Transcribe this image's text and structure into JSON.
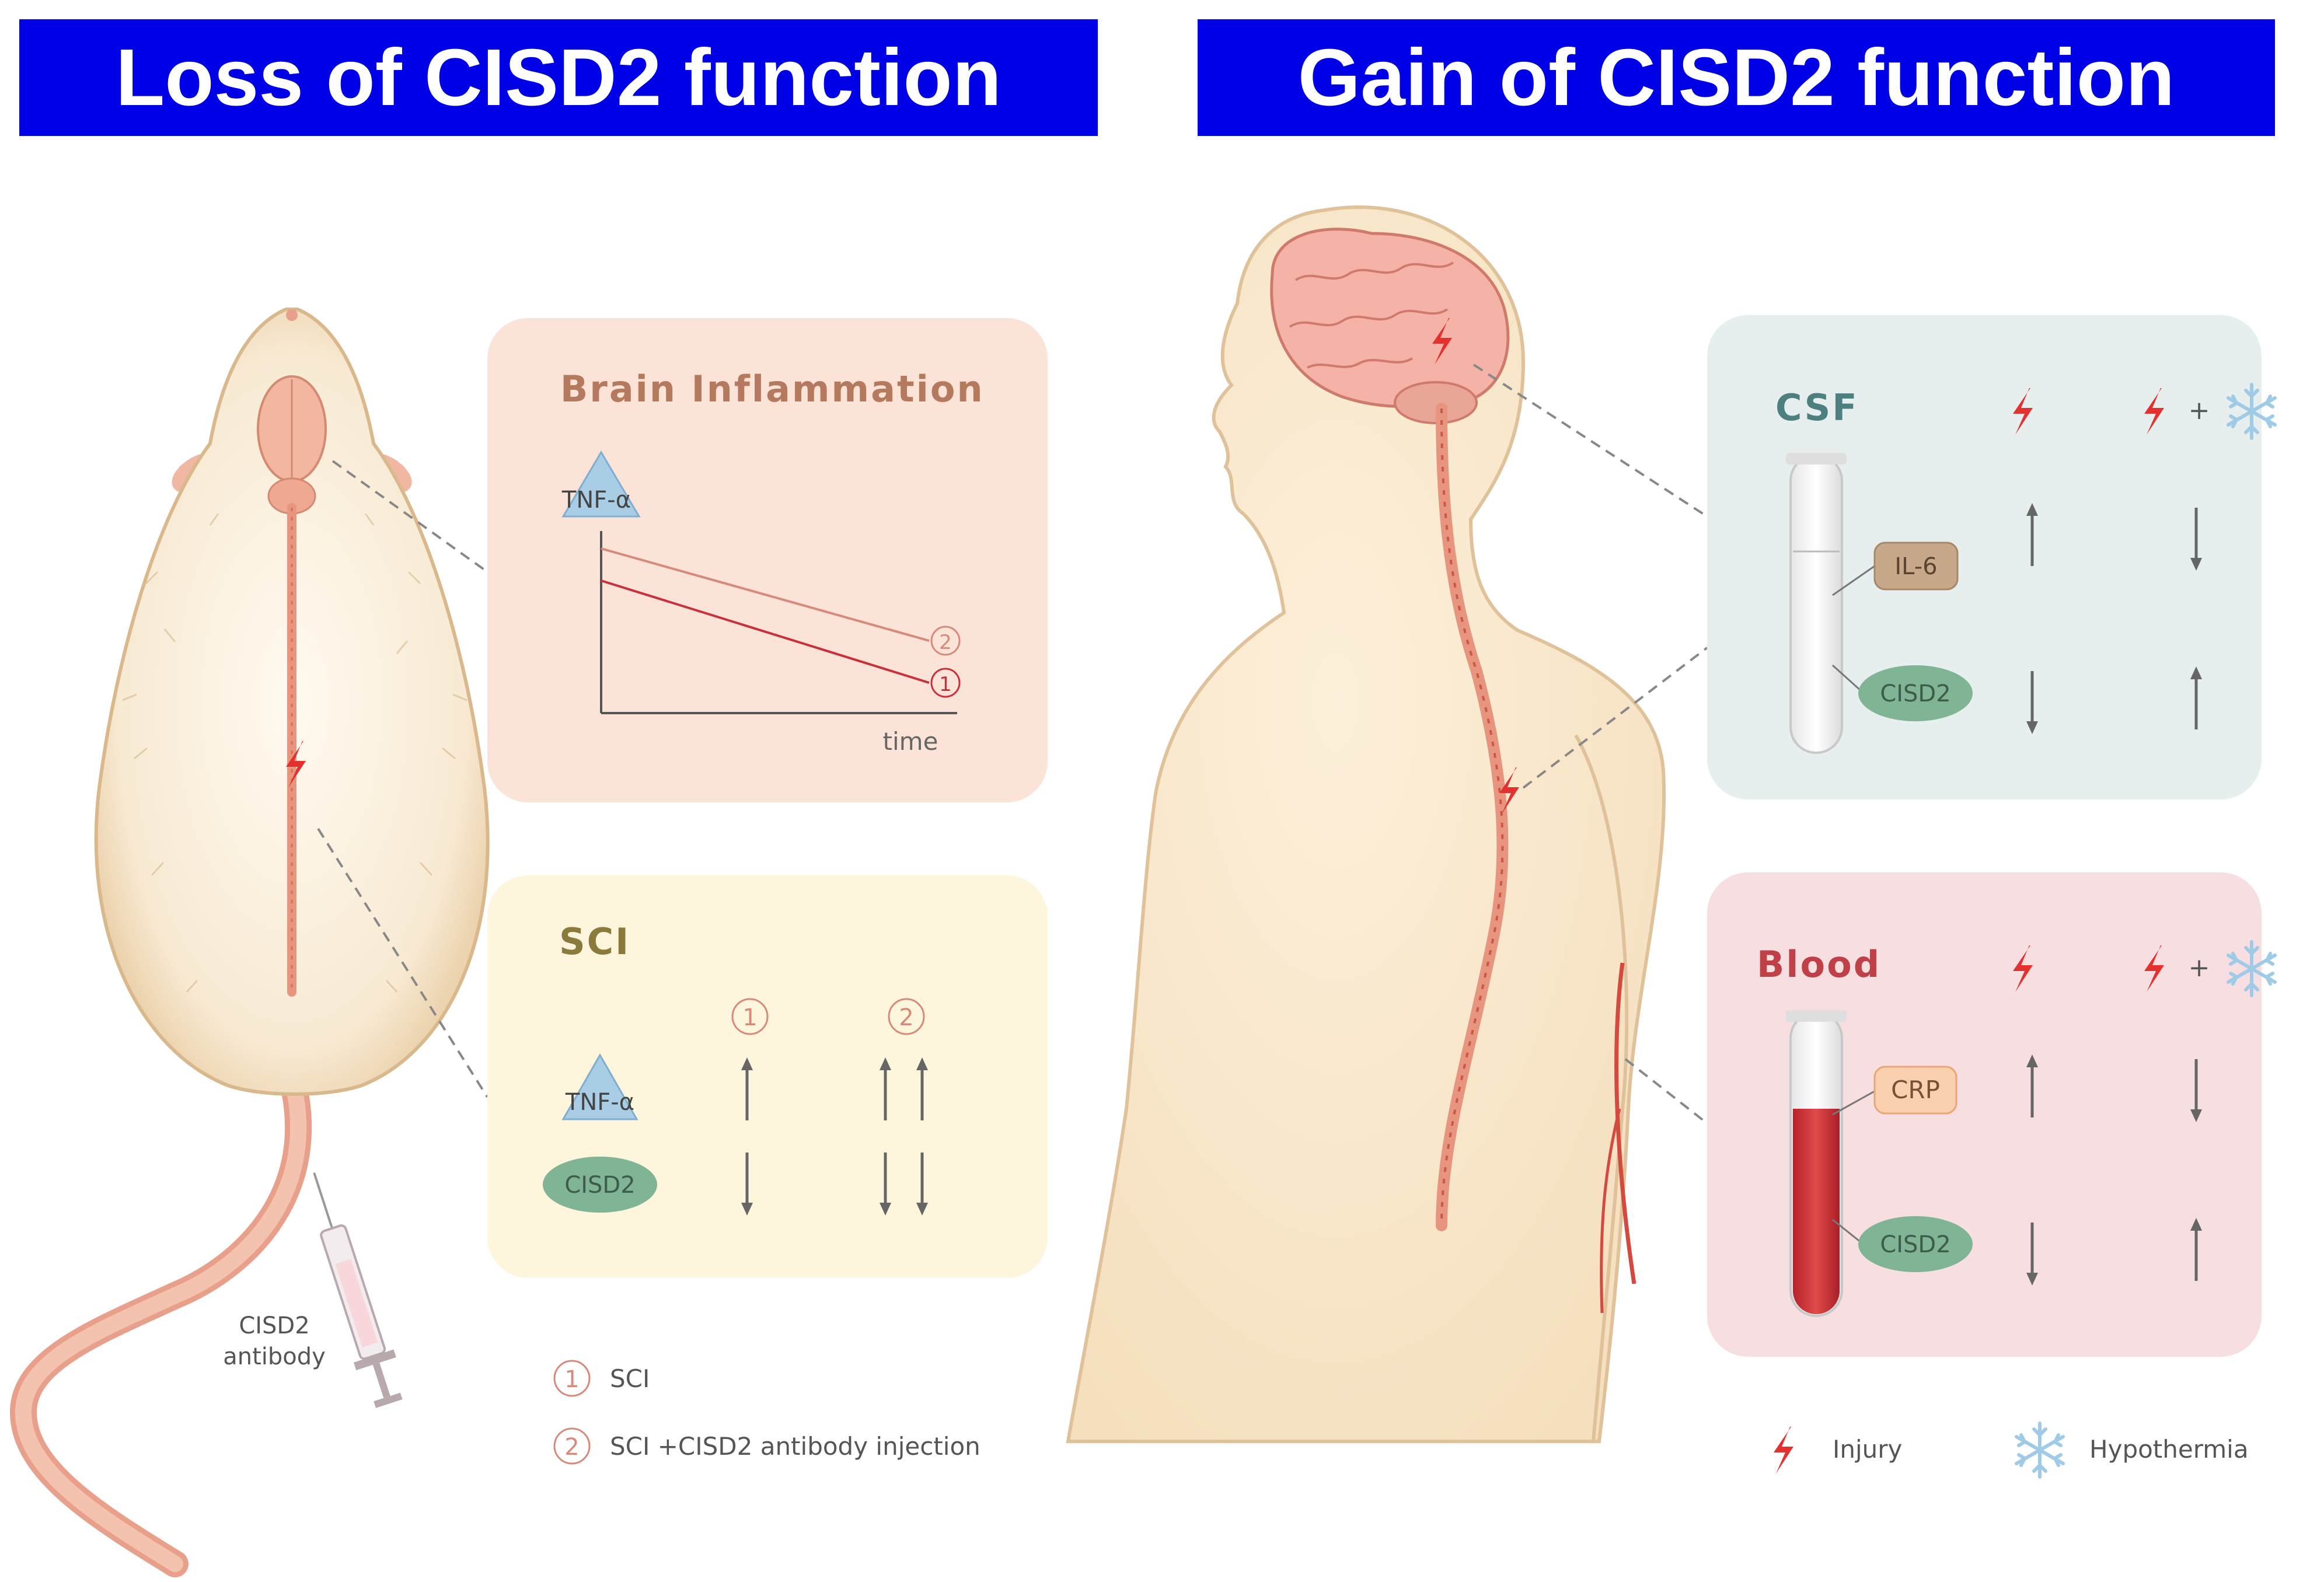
{
  "banners": {
    "loss": "Loss of CISD2 function",
    "gain": "Gain of CISD2 function"
  },
  "rat": {
    "syringe_label_1": "CISD2",
    "syringe_label_2": "antibody"
  },
  "brain_inflammation": {
    "title": "Brain Inflammation",
    "marker": "TNF-α",
    "xlabel": "time",
    "line_1": "1",
    "line_2": "2"
  },
  "sci_panel": {
    "title": "SCI",
    "col_1": "1",
    "col_2": "2",
    "row_tnf": "TNF-α",
    "row_cisd2": "CISD2"
  },
  "legend_left": {
    "num_1": "1",
    "text_1": "SCI",
    "num_2": "2",
    "text_2": "SCI +CISD2 antibody injection"
  },
  "csf_panel": {
    "title": "CSF",
    "plus": "+",
    "marker_1": "IL-6",
    "marker_2": "CISD2"
  },
  "blood_panel": {
    "title": "Blood",
    "plus": "+",
    "marker_1": "CRP",
    "marker_2": "CISD2"
  },
  "legend_right": {
    "injury": "Injury",
    "hypothermia": "Hypothermia"
  },
  "colors": {
    "banner": "#0000e6",
    "brain_panel": "#fbe3d8",
    "sci_panel": "#fdf6dc",
    "csf_panel": "#e6eeee",
    "blood_panel": "#f7dfe1",
    "injury": "#e3312f"
  }
}
